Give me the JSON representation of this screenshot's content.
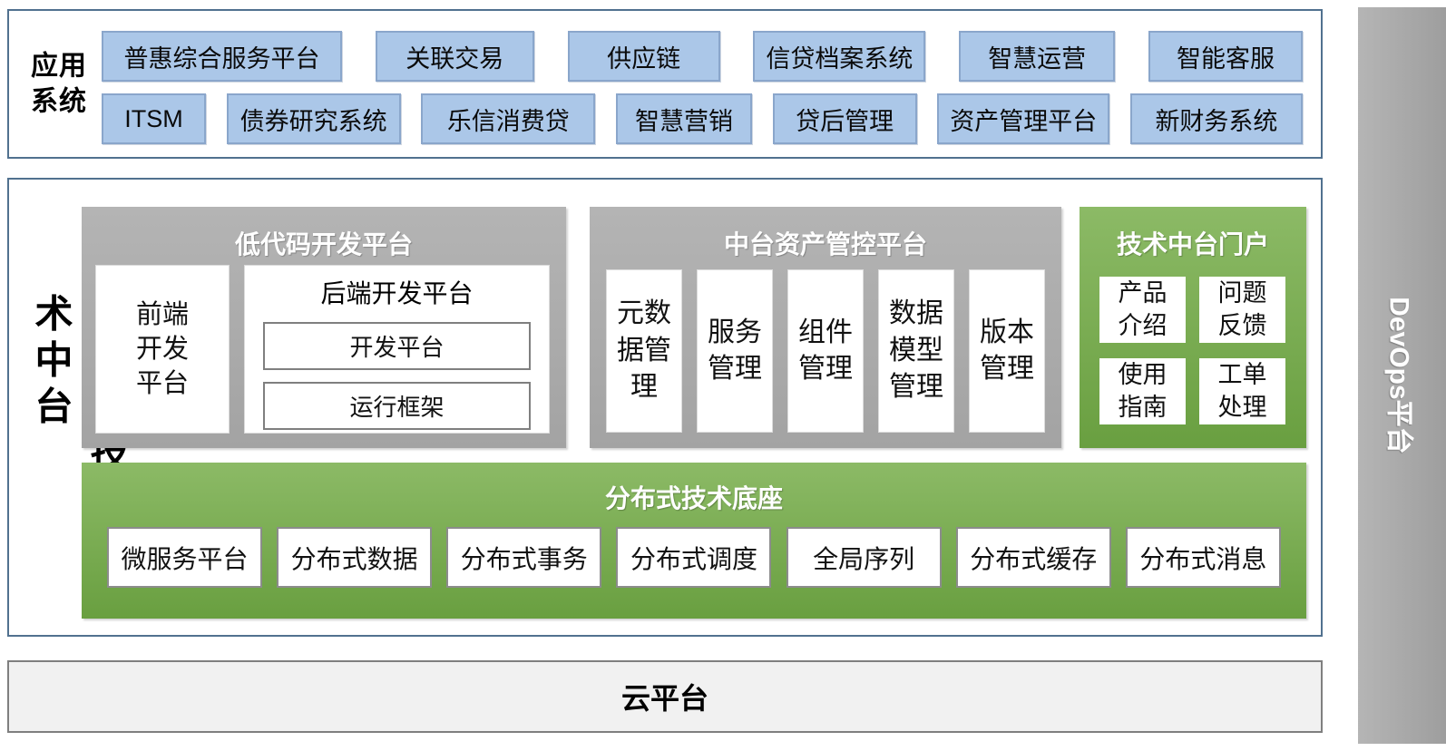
{
  "app_systems": {
    "label": "应用\n系统",
    "row1": [
      "普惠综合服务平台",
      "关联交易",
      "供应链",
      "信贷档案系统",
      "智慧运营",
      "智能客服"
    ],
    "row2": [
      "ITSM",
      "债券研究系统",
      "乐信消费贷",
      "智慧营销",
      "贷后管理",
      "资产管理平台",
      "新财务系统"
    ]
  },
  "middle": {
    "label": "分布式技术中台",
    "lowcode": {
      "title": "低代码开发平台",
      "frontend": "前端\n开发\n平台",
      "backend": {
        "title": "后端开发平台",
        "items": [
          "开发平台",
          "运行框架"
        ]
      }
    },
    "asset": {
      "title": "中台资产管控平台",
      "items": [
        "元数据管理",
        "服务管理",
        "组件管理",
        "数据模型管理",
        "版本管理"
      ]
    },
    "portal": {
      "title": "技术中台门户",
      "items": [
        "产品介绍",
        "问题反馈",
        "使用指南",
        "工单处理"
      ]
    },
    "base": {
      "title": "分布式技术底座",
      "items": [
        "微服务平台",
        "分布式数据",
        "分布式事务",
        "分布式调度",
        "全局序列",
        "分布式缓存",
        "分布式消息"
      ]
    }
  },
  "cloud": {
    "label": "云平台"
  },
  "devops": {
    "label": "DevOps平台"
  },
  "colors": {
    "panel_border": "#51718f",
    "app_box_fill": "#abc7e8",
    "app_box_border": "#8aa6cb",
    "container_gray": "#a8a8a8",
    "green_top": "#8cba66",
    "green_bottom": "#699f40",
    "cloud_fill": "#f1f1f1",
    "devops_gray": "#a8a8a8",
    "header_text": "#ffffff"
  }
}
